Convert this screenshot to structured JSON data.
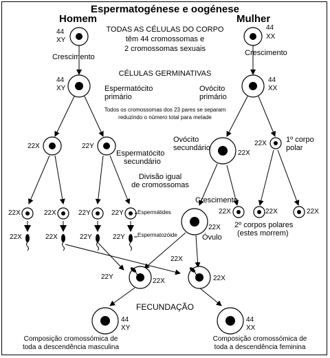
{
  "title": "Espermatogénese e oogénese",
  "man_label": "Homem",
  "woman_label": "Mulher",
  "body_cells": [
    "TODAS AS CÉLULAS DO CORPO",
    "têm 44 cromossomas e",
    "2 cromossomas sexuais"
  ],
  "germ_cells": "CÉLULAS GERMINATIVAS",
  "growth": "Crescimento",
  "chrom_man": [
    "44",
    "XY"
  ],
  "chrom_woman": [
    "44",
    "XX"
  ],
  "primary_spermatocyte": [
    "Espermatócito",
    "primário"
  ],
  "primary_oocyte": [
    "Ovócito",
    "primário"
  ],
  "reduction_note": [
    "Todos os cromossomas dos 23 pares se separam",
    "reduzindo o número total para metade"
  ],
  "x22": "22X",
  "y22": "22Y",
  "secondary_spermatocyte": [
    "Espermatócito",
    "secundário"
  ],
  "secondary_oocyte": [
    "Ovócito",
    "secundário"
  ],
  "first_polar_body": [
    "1º corpo",
    "polar"
  ],
  "equal_division": [
    "Divisão igual",
    "de cromossomas"
  ],
  "spermatids": "Espermátides",
  "spermatozoa": "Espermatozóide",
  "ovum": "Óvulo",
  "second_polar_bodies": [
    "2º corpos polares",
    "(estes morrem)"
  ],
  "fertilization": "FECUNDAÇÃO",
  "male_offspring": [
    "Composição cromossómica de",
    "toda a descendência masculina"
  ],
  "female_offspring": [
    "Composição cromossómica de",
    "toda a descendência feminina"
  ]
}
